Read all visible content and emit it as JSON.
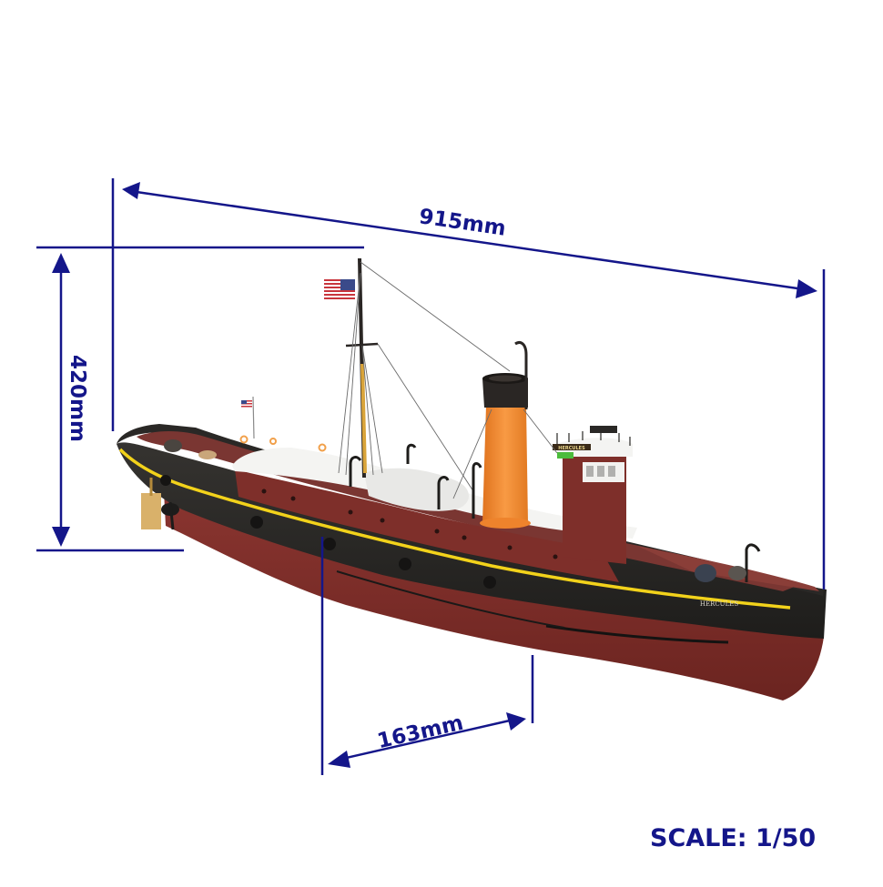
{
  "product": {
    "name_on_hull": "HERCULES",
    "name_on_bridge": "HERCULES",
    "subject": "Tugboat scale model"
  },
  "dimensions": {
    "length": {
      "label": "915mm",
      "value": 915,
      "unit": "mm"
    },
    "height": {
      "label": "420mm",
      "value": 420,
      "unit": "mm"
    },
    "beam": {
      "label": "163mm",
      "value": 163,
      "unit": "mm"
    }
  },
  "scale": {
    "label": "SCALE: 1/50"
  },
  "colors": {
    "dimension_lines": "#14168a",
    "hull_lower": "#7a2a26",
    "hull_upper": "#2b2a27",
    "stripe": "#f2d21b",
    "superstructure": "#7e2f2a",
    "deck_white": "#f4f4f2",
    "funnel": "#f28a2e",
    "funnel_top": "#2a2624",
    "mast": "#d9a43a"
  }
}
